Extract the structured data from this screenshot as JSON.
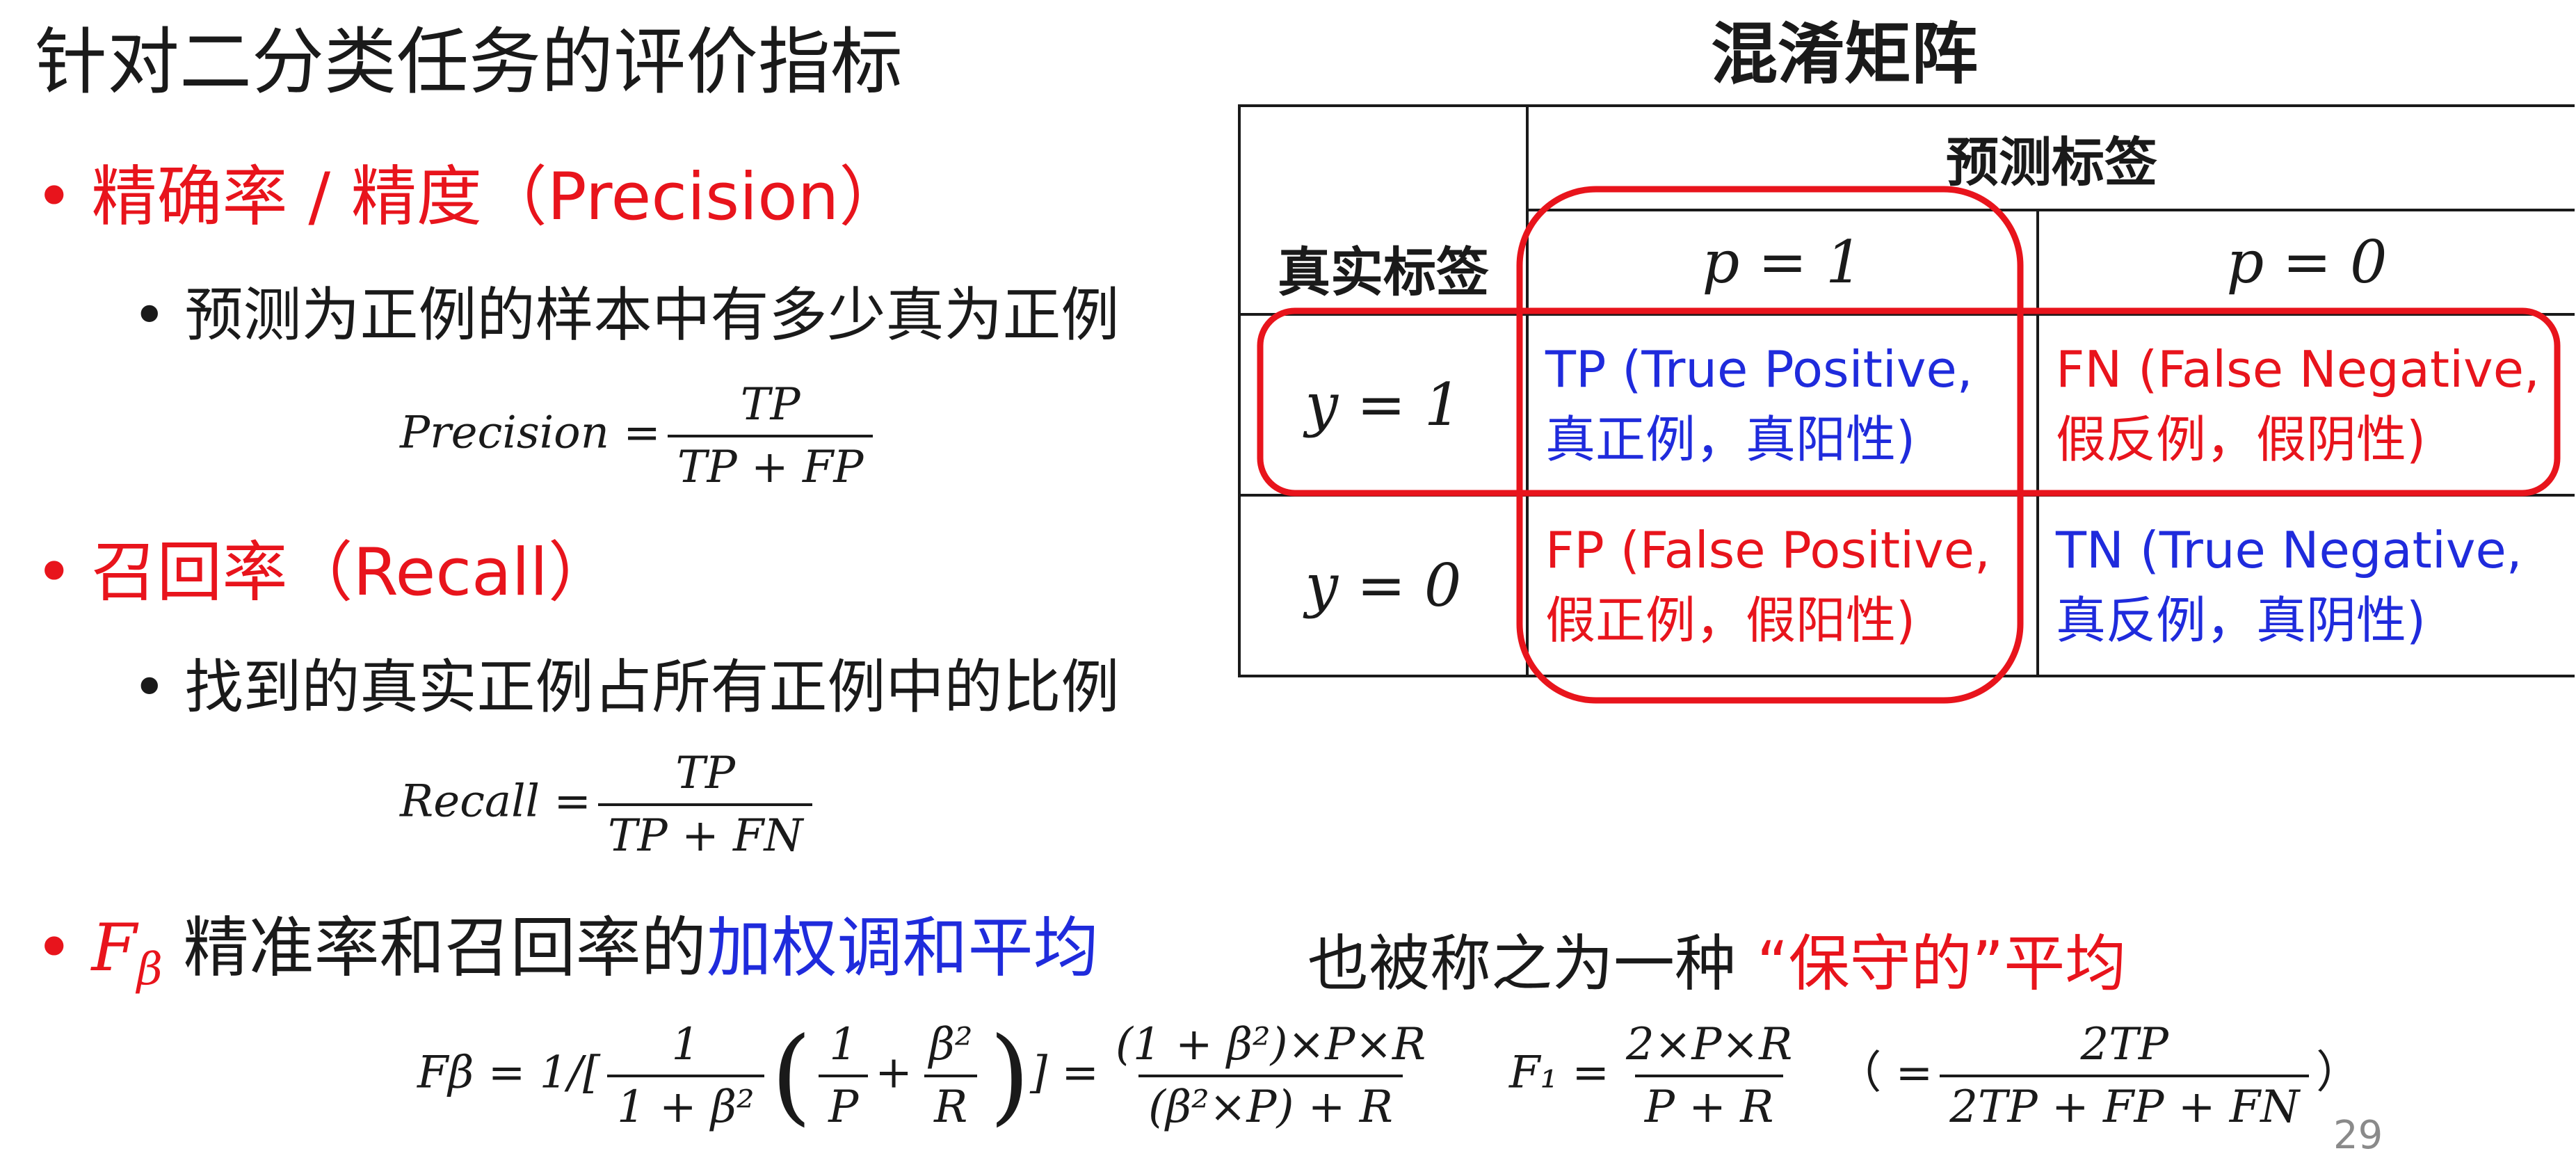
{
  "slide": {
    "title": "针对二分类任务的评价指标",
    "page_number": "29"
  },
  "precision": {
    "heading": "精确率 / 精度（Precision）",
    "description": "预测为正例的样本中有多少真为正例",
    "lhs": "Precision =",
    "numerator": "TP",
    "denominator": "TP + FP"
  },
  "recall": {
    "heading": "召回率（Recall）",
    "description": "找到的真实正例占所有正例中的比例",
    "lhs": "Recall =",
    "numerator": "TP",
    "denominator": "TP + FN"
  },
  "fbeta": {
    "symbol_base": "F",
    "symbol_sub": "β",
    "heading_black": "精准率和召回率的",
    "heading_blue": "加权调和平均",
    "note_black": "也被称之为一种",
    "note_red": "“保守的”平均",
    "formula": {
      "lhs": "Fβ = 1/[",
      "frac1_num": "1",
      "frac1_den": "1 + β²",
      "frac2_num": "1",
      "frac2_den": "P",
      "plus": "+",
      "frac3_num": "β²",
      "frac3_den": "R",
      "close": "] =",
      "frac4_num": "(1 + β²)×P×R",
      "frac4_den": "(β²×P) + R"
    },
    "f1": {
      "lhs": "F₁ =",
      "num": "2×P×R",
      "den": "P + R",
      "open": "（ =",
      "num2": "2TP",
      "den2": "2TP + FP + FN",
      "close": "）"
    }
  },
  "confusion_matrix": {
    "title": "混淆矩阵",
    "predicted_label": "预测标签",
    "true_label": "真实标签",
    "col_p1": "p = 1",
    "col_p0": "p = 0",
    "row_y1": "y = 1",
    "row_y0": "y = 0",
    "tp_line1": "TP (True Positive,",
    "tp_line2": "真正例，真阳性)",
    "fn_line1": "FN (False Negative,",
    "fn_line2": "假反例，假阴性)",
    "fp_line1": "FP (False Positive,",
    "fp_line2": "假正例，假阳性)",
    "tn_line1": "TN (True Negative,",
    "tn_line2": "真反例，真阴性)"
  },
  "colors": {
    "accent_red": "#e8141c",
    "accent_blue": "#1f2bdc"
  }
}
